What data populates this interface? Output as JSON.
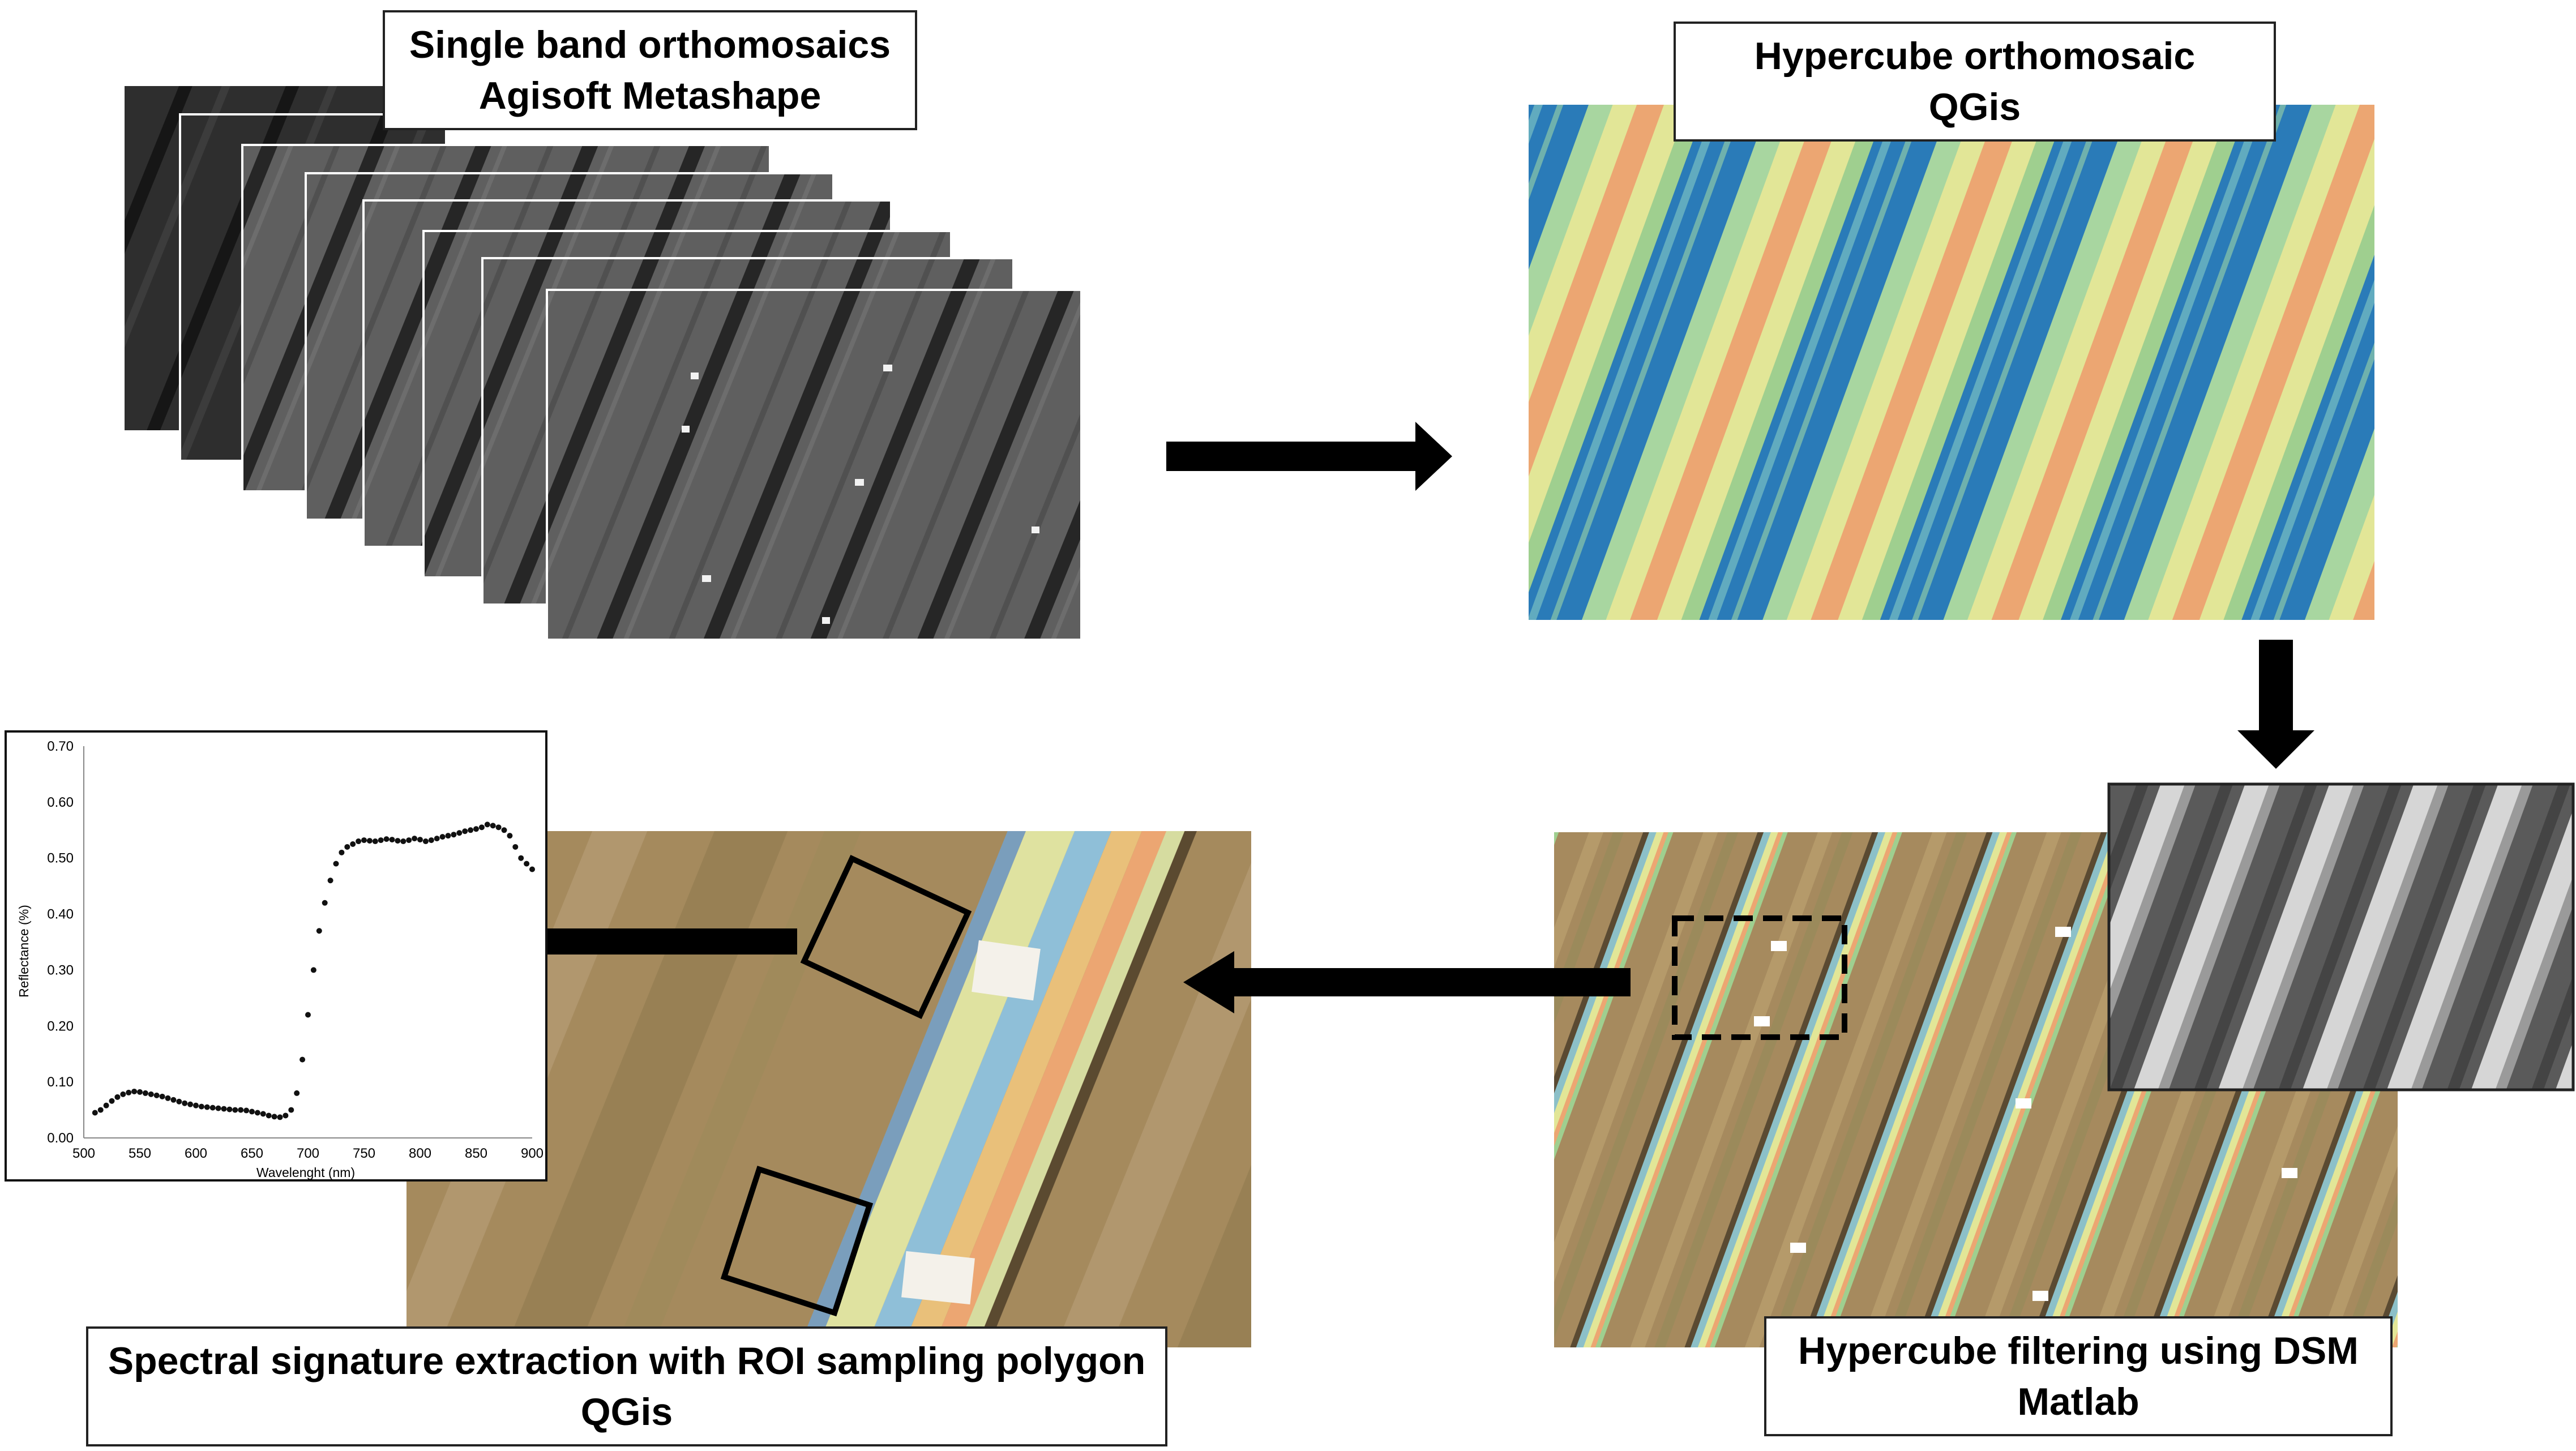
{
  "labels": {
    "single_band": {
      "line1": "Single band orthomosaics",
      "line2": "Agisoft Metashape"
    },
    "hypercube": {
      "line1": "Hypercube orthomosaic",
      "line2": "QGis"
    },
    "filtering": {
      "line1": "Hypercube filtering using DSM",
      "line2": "Matlab"
    },
    "spectral": {
      "line1": "Spectral signature extraction with ROI sampling polygon",
      "line2": "QGis"
    }
  },
  "colors": {
    "field_blue": "#2a7bb8",
    "field_yellow": "#e2e697",
    "field_green": "#9fcf8f",
    "field_orange": "#eca672",
    "soil": "#a68a5e",
    "arrow": "#000000"
  },
  "chart_data": {
    "type": "scatter",
    "xlabel": "Wavelenght (nm)",
    "ylabel": "Reflectance (%)",
    "xlim": [
      500,
      900
    ],
    "ylim": [
      0,
      0.7
    ],
    "xticks": [
      500,
      550,
      600,
      650,
      700,
      750,
      800,
      850,
      900
    ],
    "yticks": [
      0.0,
      0.1,
      0.2,
      0.3,
      0.4,
      0.5,
      0.6,
      0.7
    ],
    "x": [
      510,
      515,
      520,
      525,
      530,
      535,
      540,
      545,
      550,
      555,
      560,
      565,
      570,
      575,
      580,
      585,
      590,
      595,
      600,
      605,
      610,
      615,
      620,
      625,
      630,
      635,
      640,
      645,
      650,
      655,
      660,
      665,
      670,
      675,
      680,
      685,
      690,
      695,
      700,
      705,
      710,
      715,
      720,
      725,
      730,
      735,
      740,
      745,
      750,
      755,
      760,
      765,
      770,
      775,
      780,
      785,
      790,
      795,
      800,
      805,
      810,
      815,
      820,
      825,
      830,
      835,
      840,
      845,
      850,
      855,
      860,
      865,
      870,
      875,
      880,
      885,
      890,
      895,
      900
    ],
    "y": [
      0.045,
      0.05,
      0.058,
      0.066,
      0.073,
      0.078,
      0.081,
      0.083,
      0.082,
      0.08,
      0.078,
      0.076,
      0.074,
      0.071,
      0.068,
      0.065,
      0.062,
      0.06,
      0.058,
      0.056,
      0.055,
      0.054,
      0.053,
      0.052,
      0.051,
      0.05,
      0.05,
      0.049,
      0.047,
      0.045,
      0.043,
      0.04,
      0.038,
      0.037,
      0.04,
      0.05,
      0.08,
      0.14,
      0.22,
      0.3,
      0.37,
      0.42,
      0.46,
      0.49,
      0.51,
      0.52,
      0.525,
      0.53,
      0.532,
      0.531,
      0.53,
      0.532,
      0.534,
      0.533,
      0.531,
      0.53,
      0.532,
      0.535,
      0.533,
      0.53,
      0.532,
      0.535,
      0.538,
      0.54,
      0.542,
      0.545,
      0.548,
      0.55,
      0.552,
      0.555,
      0.56,
      0.558,
      0.555,
      0.55,
      0.54,
      0.52,
      0.5,
      0.49,
      0.48
    ]
  }
}
